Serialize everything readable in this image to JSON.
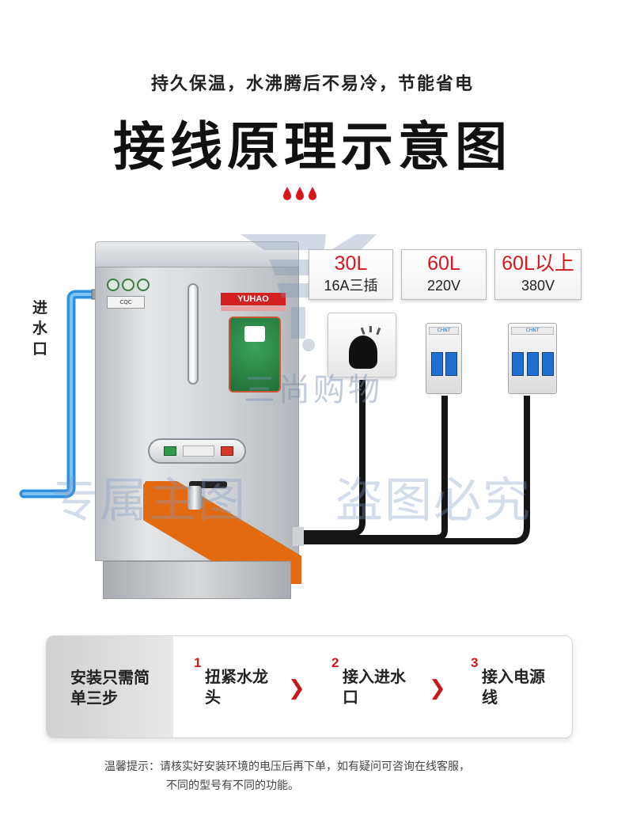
{
  "header": {
    "subtitle": "持久保温，水沸腾后不易冷，节能省电",
    "title": "接线原理示意图",
    "accent_color": "#d6161b"
  },
  "machine": {
    "brand": "YUHAO",
    "inlet_label": "进水口"
  },
  "power_options": [
    {
      "capacity": "30L",
      "spec": "16A三插"
    },
    {
      "capacity": "60L",
      "spec": "220V"
    },
    {
      "capacity": "60L以上",
      "spec": "380V"
    }
  ],
  "watermark": {
    "brand": "三尚购物",
    "left": "专属主图",
    "right": "盗图必究"
  },
  "steps": {
    "intro": "安装只需简单三步",
    "items": [
      {
        "num": "1",
        "text": "扭紧水龙头"
      },
      {
        "num": "2",
        "text": "接入进水口"
      },
      {
        "num": "3",
        "text": "接入电源线"
      }
    ],
    "separator_icon": "chevron-right-icon"
  },
  "tip": {
    "line1": "温馨提示：请核实好安装环境的电压后再下单，如有疑问可咨询在线客服，",
    "line2": "不同的型号有不同的功能。"
  }
}
